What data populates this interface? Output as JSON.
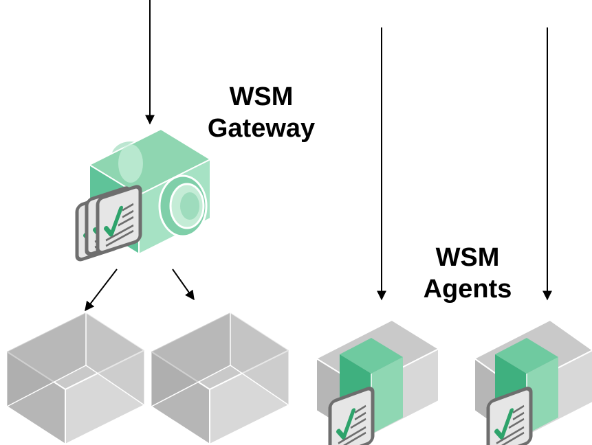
{
  "gateway_label": {
    "line1": "WSM",
    "line2": "Gateway"
  },
  "agents_label": {
    "line1": "WSM",
    "line2": "Agents"
  },
  "colors": {
    "green_light": "#9cdcbc",
    "green_mid": "#5cc49a",
    "green_dark": "#2e9e6e",
    "gray_light": "#d4d4d4",
    "gray_mid": "#bdbdbd",
    "gray_dark": "#9a9a9a",
    "card_border": "#6e6e6e",
    "check": "#2ea36b"
  },
  "icons": {
    "gateway": "gateway-box-icon",
    "server": "server-box-icon",
    "agent": "agent-box-icon",
    "policy_card": "policy-card-icon"
  }
}
